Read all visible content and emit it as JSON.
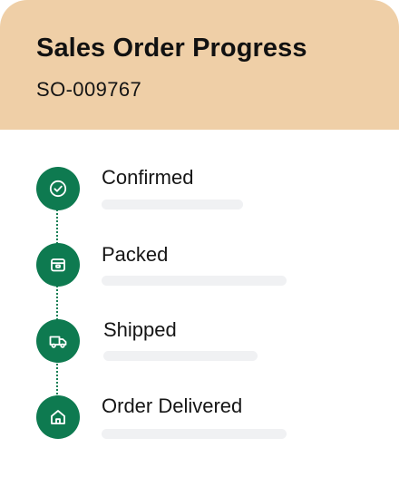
{
  "header": {
    "title": "Sales Order Progress",
    "order_number": "SO-009767",
    "background_color": "#efcfa7"
  },
  "accent_color": "#0e7a50",
  "steps": [
    {
      "label": "Confirmed",
      "icon": "check-circle-icon"
    },
    {
      "label": "Packed",
      "icon": "package-box-icon"
    },
    {
      "label": "Shipped",
      "icon": "delivery-truck-icon"
    },
    {
      "label": "Order Delivered",
      "icon": "home-icon"
    }
  ]
}
